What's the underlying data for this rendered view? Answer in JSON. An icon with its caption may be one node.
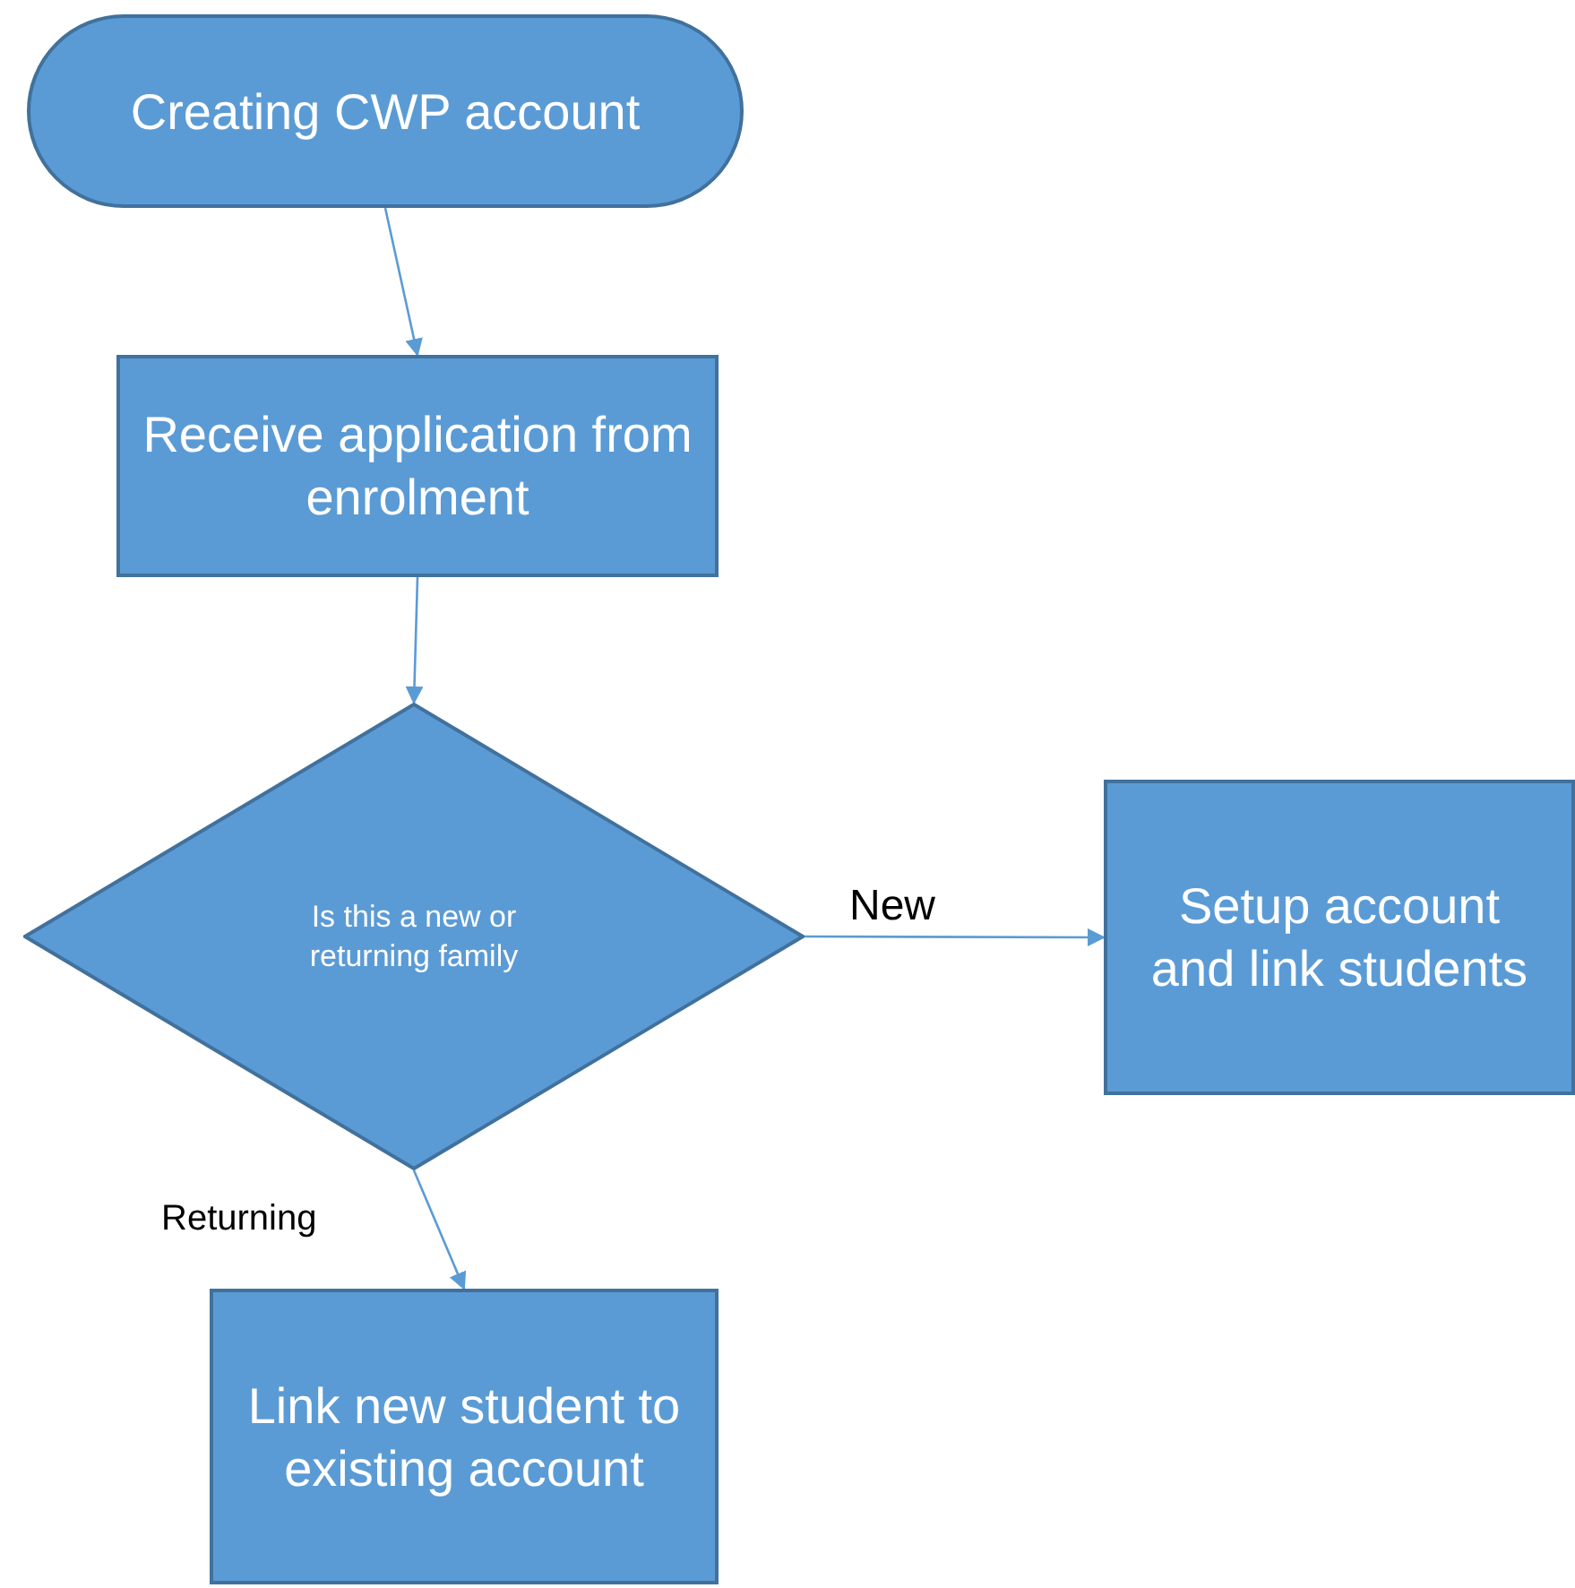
{
  "diagram": {
    "nodes": [
      {
        "text": [
          "Creating CWP account"
        ]
      },
      {
        "text": [
          "Receive application from enrolment"
        ]
      },
      {
        "text": [
          "Is this a new or returning family"
        ]
      },
      {
        "text": [
          "Setup account and link students"
        ]
      },
      {
        "text": [
          "Link new student to existing account"
        ]
      }
    ],
    "edges": [
      {
        "from": 0,
        "to": 1,
        "arrow": "to"
      },
      {
        "from": 1,
        "to": 2,
        "arrow": "to"
      },
      {
        "from": 2,
        "to": 3,
        "arrow": "to",
        "label": "New"
      },
      {
        "from": 2,
        "to": 4,
        "arrow": "to",
        "label": "Returning"
      }
    ]
  }
}
